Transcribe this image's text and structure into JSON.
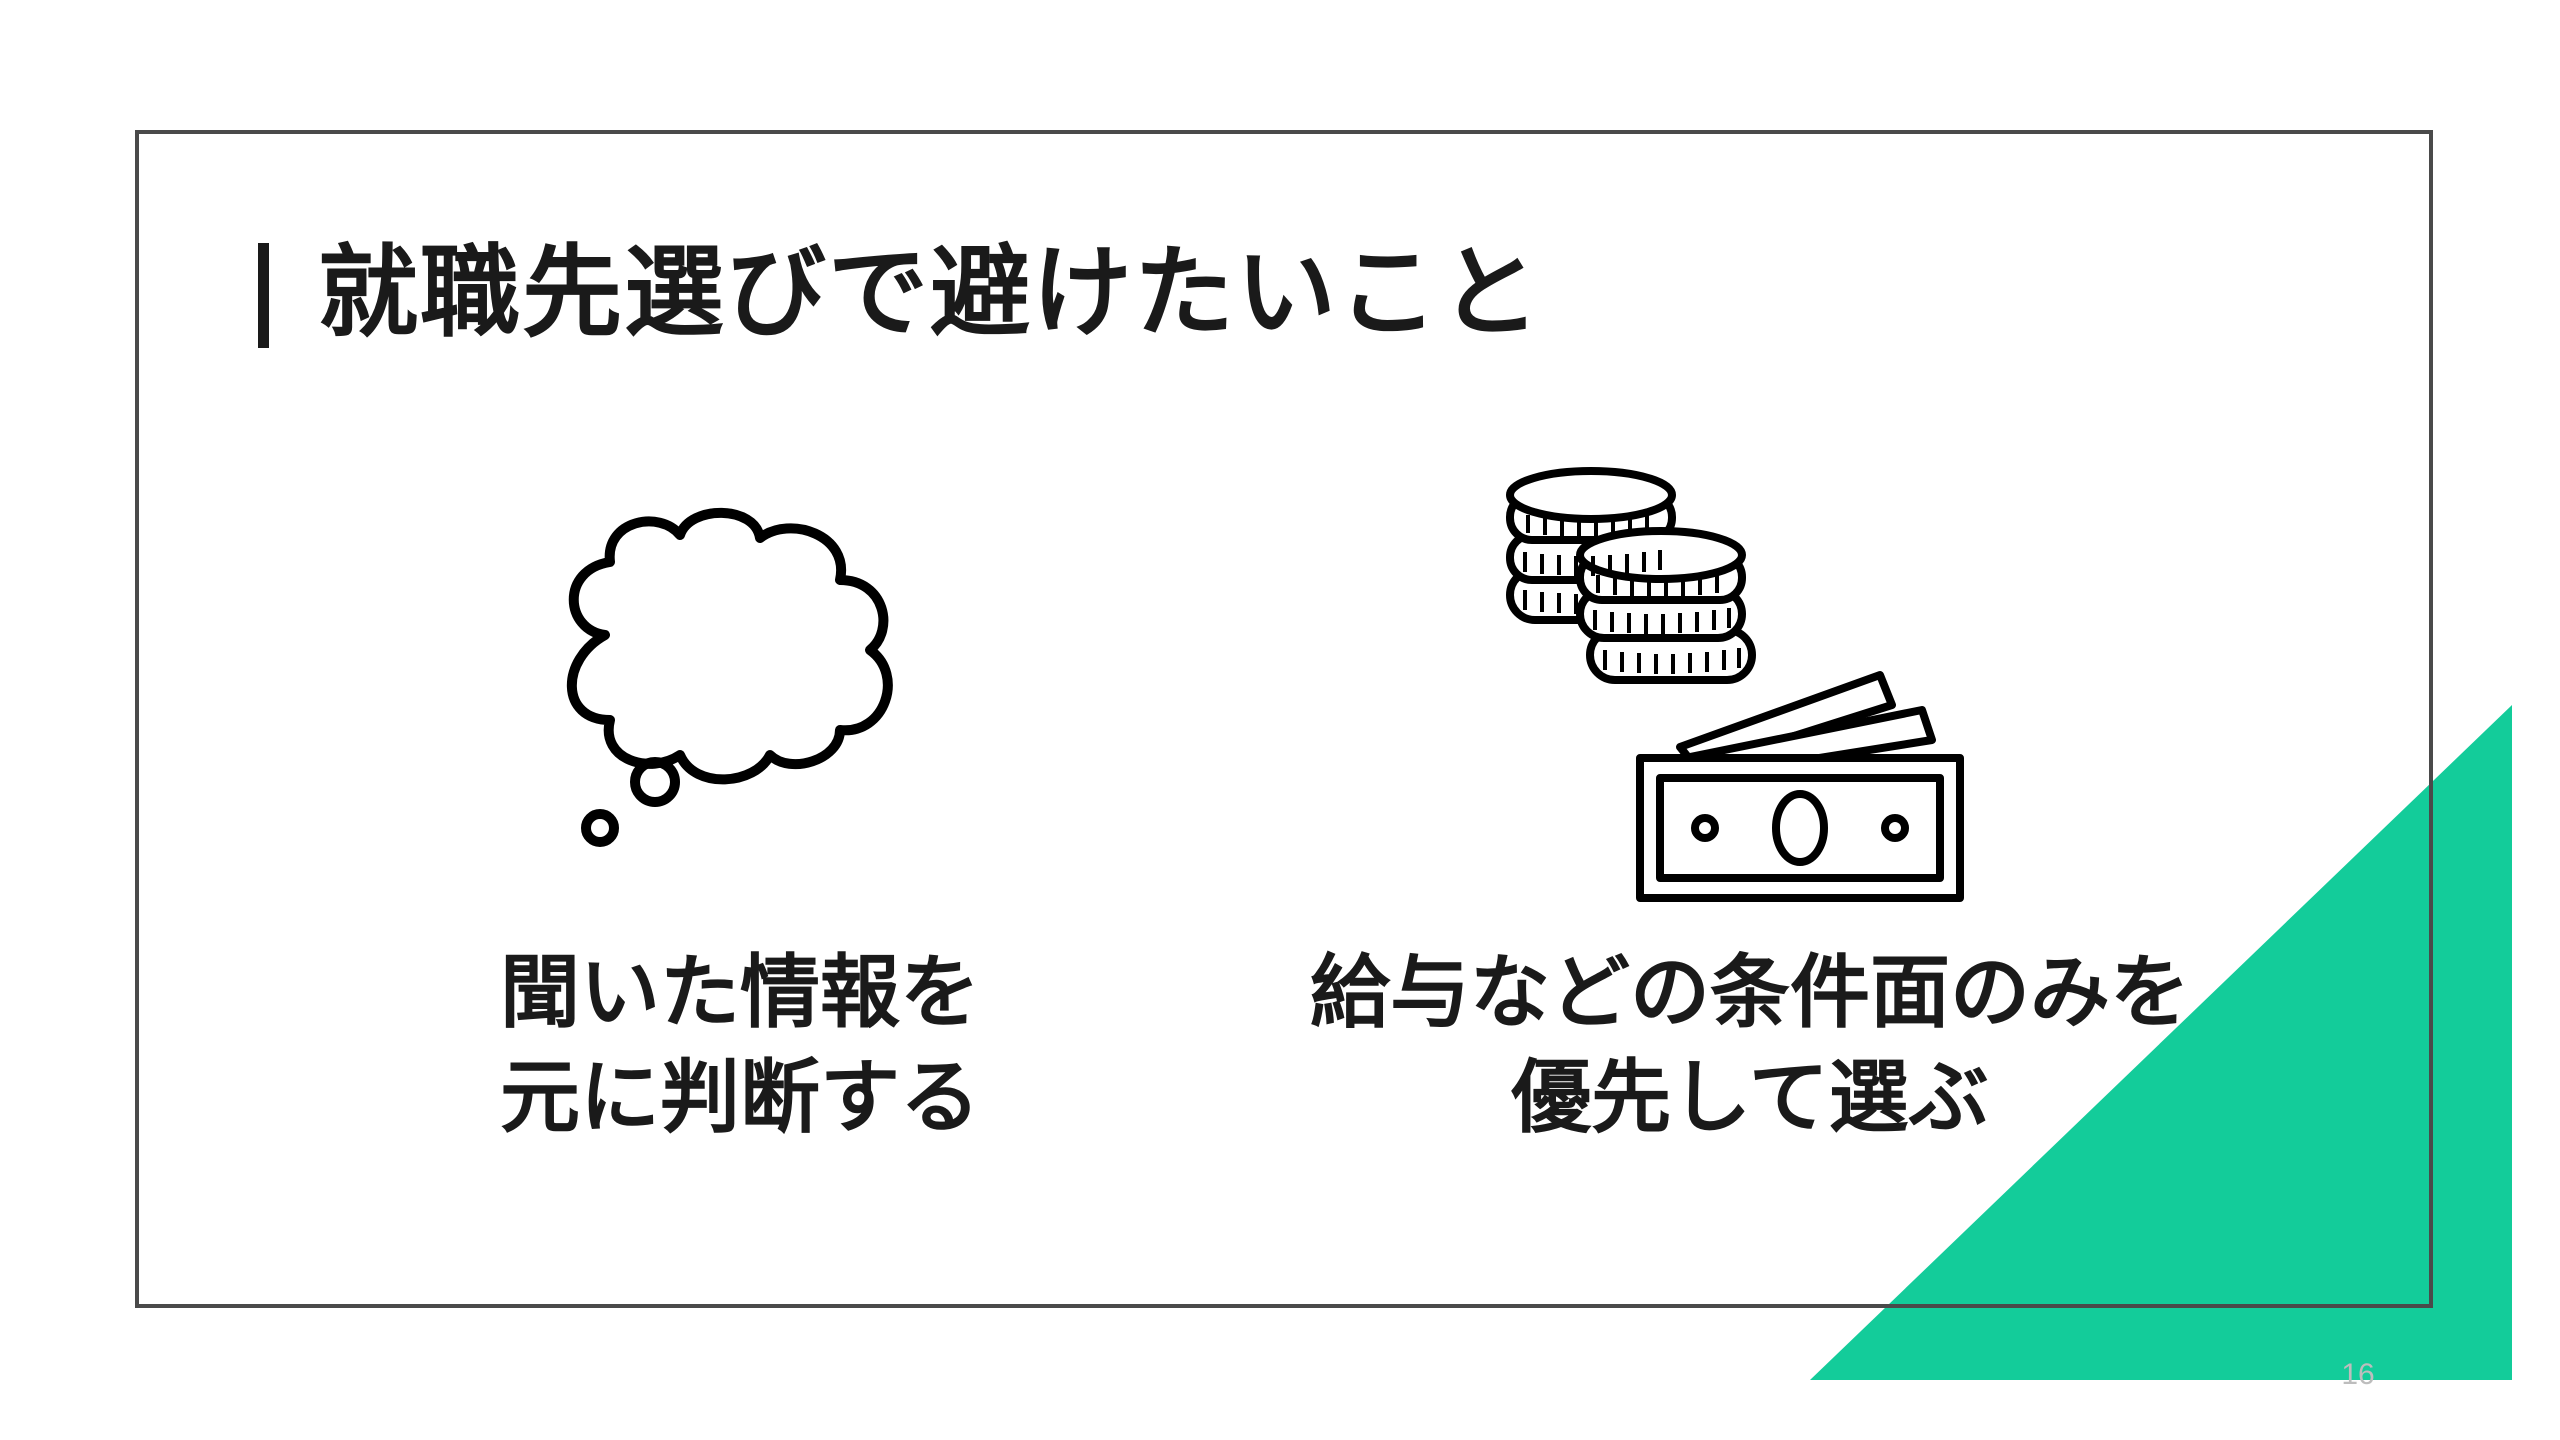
{
  "slide": {
    "title": "就職先選びで避けたいこと",
    "page_number": "16",
    "accent_color": "#13cc9a",
    "frame_color": "#4a4a4a",
    "text_color": "#1a1a1a"
  },
  "items": [
    {
      "icon": "thought-cloud-icon",
      "line1": "聞いた情報を",
      "line2": "元に判断する"
    },
    {
      "icon": "coins-and-cash-icon",
      "line1": "給与などの条件面のみを",
      "line2": "優先して選ぶ"
    }
  ]
}
